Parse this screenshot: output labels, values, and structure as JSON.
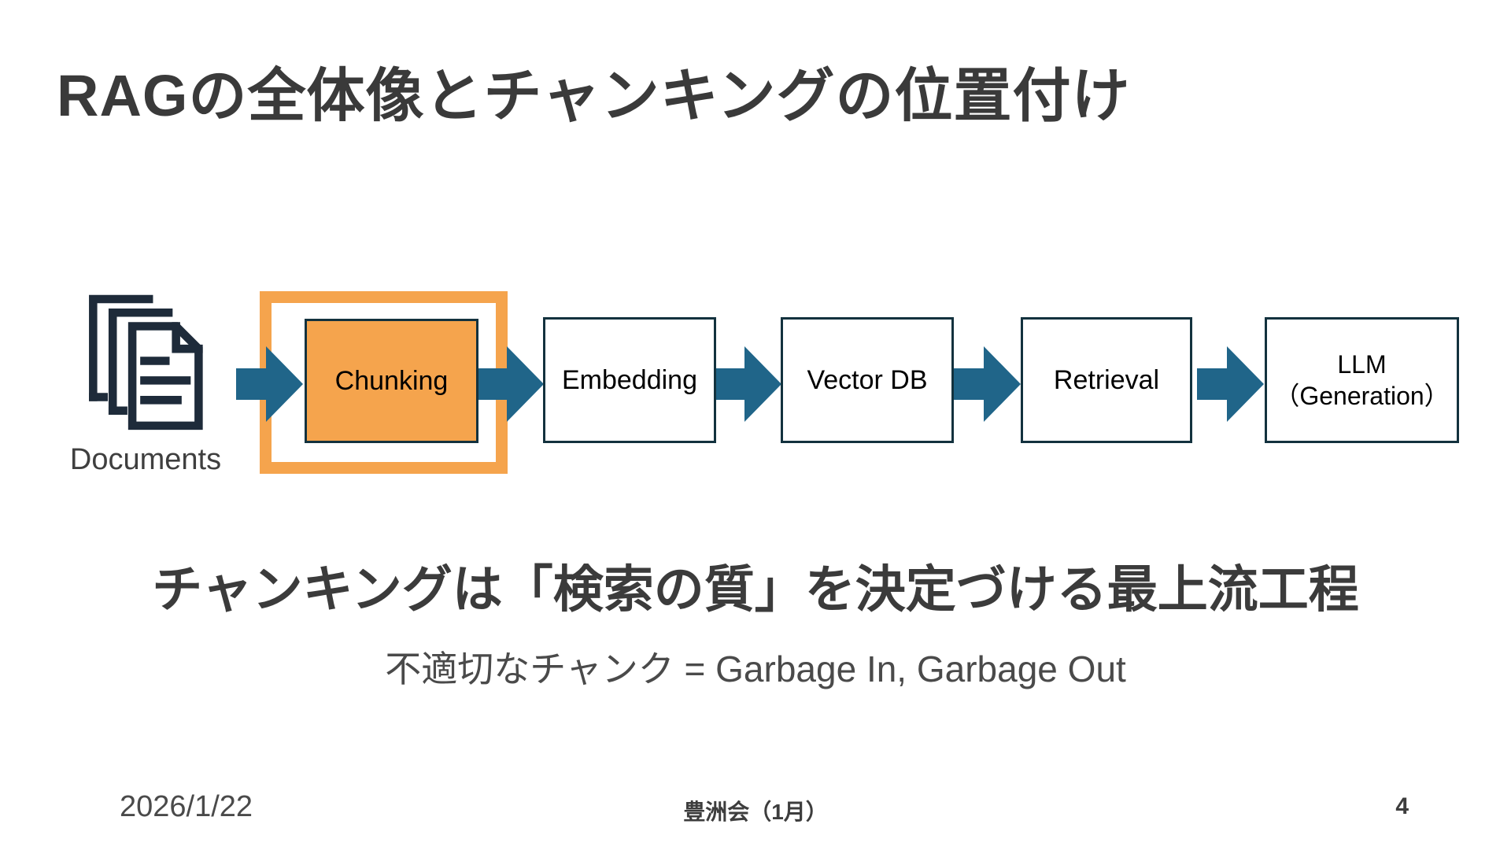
{
  "slide": {
    "title": "RAGの全体像とチャンキングの位置付け",
    "key_message": "チャンキングは「検索の質」を決定づける最上流工程",
    "sub_message": "不適切なチャンク = Garbage In, Garbage Out",
    "footer": {
      "date": "2026/1/22",
      "event_name": "豊洲会（1月）",
      "page_number": "4"
    }
  },
  "diagram": {
    "source_label": "Documents",
    "steps": [
      {
        "label": "Chunking",
        "highlighted": true
      },
      {
        "label": "Embedding",
        "highlighted": false
      },
      {
        "label": "Vector DB",
        "highlighted": false
      },
      {
        "label": "Retrieval",
        "highlighted": false
      },
      {
        "label": "LLM",
        "label_line2": "（Generation）",
        "highlighted": false
      }
    ],
    "colors": {
      "highlight_orange": "#F5A44D",
      "arrow_teal": "#206589",
      "box_border_navy": "#13323E",
      "icon_navy": "#1E2B3A"
    }
  }
}
